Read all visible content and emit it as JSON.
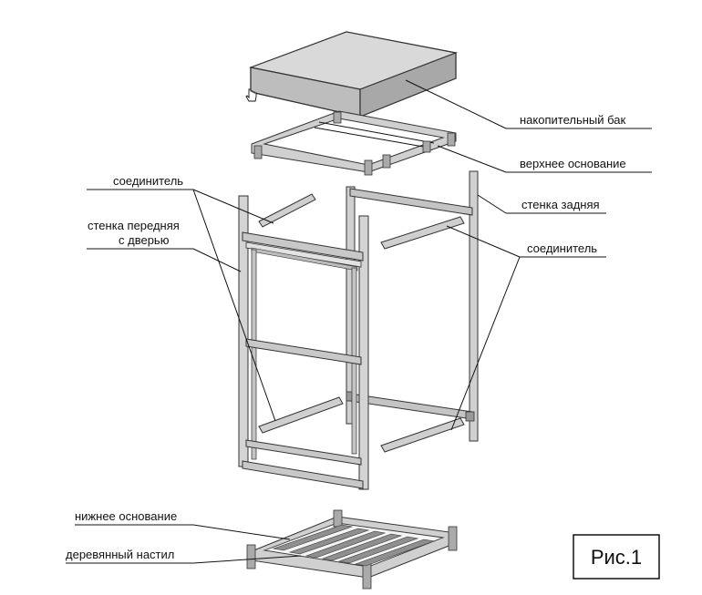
{
  "labels": {
    "tank": "накопительный бак",
    "top_base": "верхнее основание",
    "connector_left": "соединитель",
    "back_wall": "стенка задняя",
    "front_wall_line1": "стенка передняя",
    "front_wall_line2": "с дверью",
    "connector_right": "соединитель",
    "bottom_base": "нижнее основание",
    "wood_deck": "деревянный настил"
  },
  "figure_label": "Рис.1",
  "icons": {
    "cursor": "hand-cursor-icon"
  }
}
